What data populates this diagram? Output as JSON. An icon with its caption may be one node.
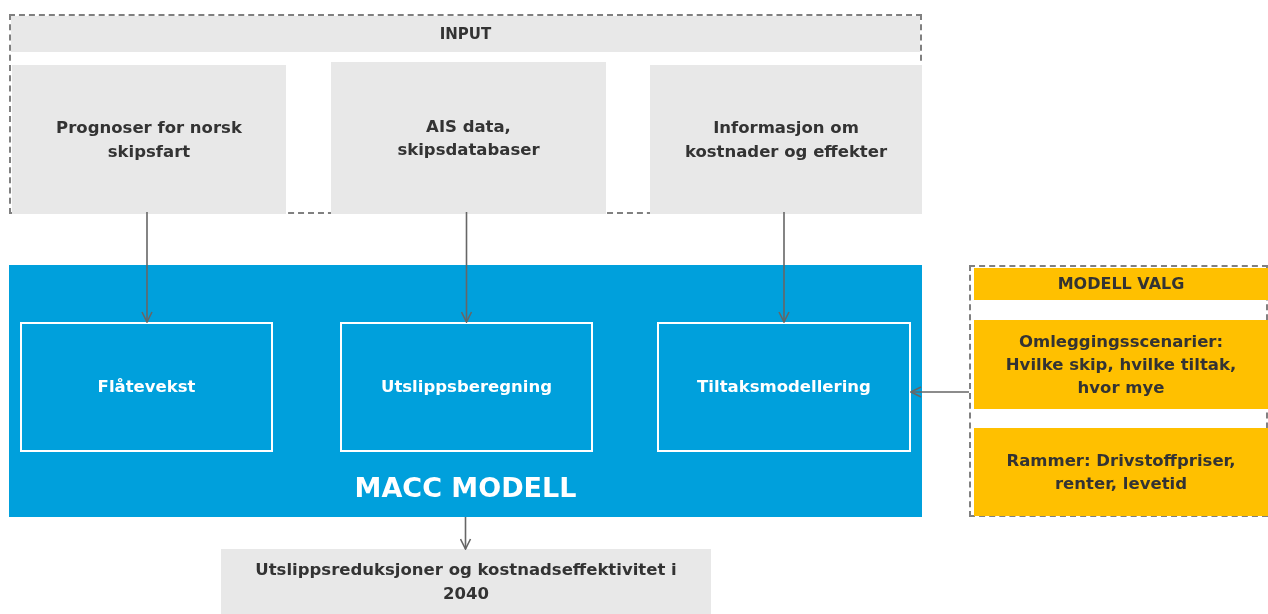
{
  "diagram": {
    "nodes": [
      {
        "text": [
          "INPUT"
        ]
      },
      {
        "text": [
          "Prognoser for norsk skipsfart"
        ],
        "in": 0
      },
      {
        "text": [
          "AIS data, skipsdatabaser"
        ],
        "in": 0
      },
      {
        "text": [
          "Informasjon om kostnader og effekter"
        ],
        "in": 0
      },
      {
        "text": [
          "MACC MODELL"
        ]
      },
      {
        "text": [
          "Flåtevekst"
        ],
        "in": 4
      },
      {
        "text": [
          "Utslippsberegning"
        ],
        "in": 4
      },
      {
        "text": [
          "Tiltaksmodellering"
        ],
        "in": 4
      },
      {
        "text": [
          "MODELL VALG"
        ]
      },
      {
        "text": [
          "Omleggingsscenarier: Hvilke skip, hvilke tiltak, hvor mye"
        ],
        "in": 8
      },
      {
        "text": [
          "Rammer: Drivstoffpriser, renter, levetid"
        ],
        "in": 8
      },
      {
        "text": [
          "Utslippsreduksjoner og kostnadseffektivitet i 2040"
        ]
      }
    ],
    "edges": [
      {
        "from": 1,
        "to": 5,
        "arrow": "to"
      },
      {
        "from": 2,
        "to": 6,
        "arrow": "to"
      },
      {
        "from": 3,
        "to": 7,
        "arrow": "to"
      },
      {
        "from": 8,
        "to": 7,
        "arrow": "to"
      },
      {
        "from": 4,
        "to": 11,
        "arrow": "to"
      }
    ]
  }
}
